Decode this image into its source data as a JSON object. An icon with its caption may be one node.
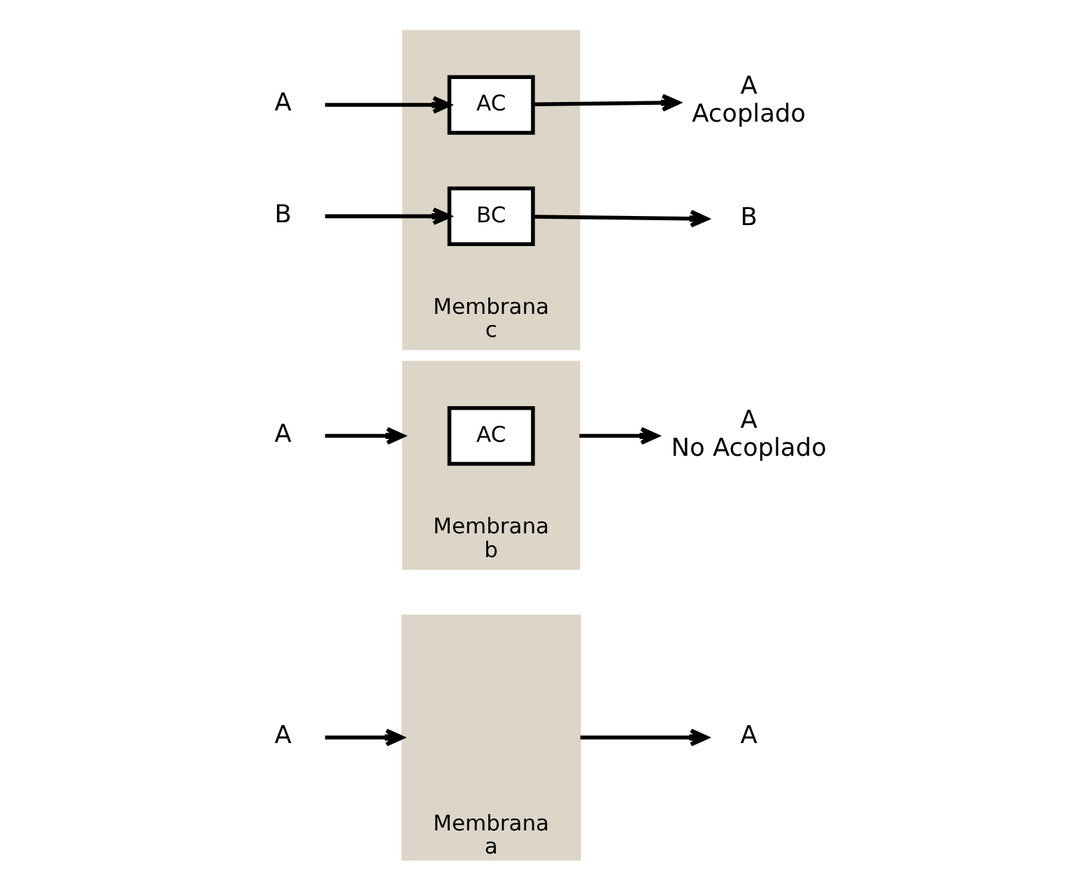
{
  "diagram": {
    "nodes": [
      {
        "text": [
          "A"
        ]
      },
      {
        "text": [
          "Membrana",
          "a"
        ]
      },
      {
        "text": [
          "A"
        ]
      },
      {
        "text": [
          "A"
        ]
      },
      {
        "text": [
          "Membrana",
          "b"
        ]
      },
      {
        "text": [
          "AC"
        ],
        "in": 4
      },
      {
        "text": [
          "A"
        ],
        "beside": [
          "No Acoplado"
        ]
      },
      {
        "text": [
          "A"
        ]
      },
      {
        "text": [
          "Membrana",
          "c"
        ]
      },
      {
        "text": [
          "AC"
        ],
        "in": 8
      },
      {
        "text": [
          "BC"
        ],
        "in": 8
      },
      {
        "text": [
          "B"
        ]
      },
      {
        "text": [
          "B"
        ]
      },
      {
        "text": [
          "A"
        ],
        "beside": [
          "Acoplado"
        ]
      }
    ],
    "edges": [
      {
        "from": 0,
        "to": 1,
        "arrow": "to"
      },
      {
        "from": 1,
        "to": 2,
        "arrow": "to"
      },
      {
        "from": 3,
        "to": 4,
        "arrow": "to"
      },
      {
        "from": 4,
        "to": 6,
        "arrow": "to"
      },
      {
        "from": 7,
        "to": 9,
        "arrow": "to"
      },
      {
        "from": 9,
        "to": 13,
        "arrow": "to"
      },
      {
        "from": 11,
        "to": 10,
        "arrow": "to"
      },
      {
        "from": 10,
        "to": 12,
        "arrow": "to"
      }
    ]
  }
}
